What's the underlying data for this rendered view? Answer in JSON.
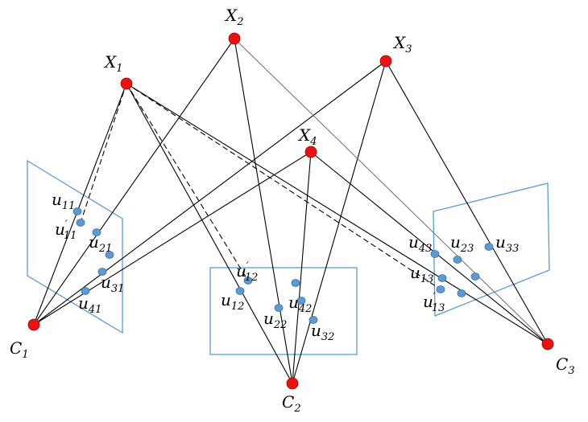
{
  "colors": {
    "world_point": "#ee1111",
    "image_point": "#5b9bd5",
    "image_plane": "#5b9bd5",
    "ray": "#000000",
    "ray_light": "#777777"
  },
  "world_points": [
    {
      "id": "X1",
      "base": "X",
      "sub": "1"
    },
    {
      "id": "X2",
      "base": "X",
      "sub": "2"
    },
    {
      "id": "X3",
      "base": "X",
      "sub": "3"
    },
    {
      "id": "X4",
      "base": "X",
      "sub": "4"
    }
  ],
  "cameras": [
    {
      "id": "C1",
      "base": "C",
      "sub": "1"
    },
    {
      "id": "C2",
      "base": "C",
      "sub": "2"
    },
    {
      "id": "C3",
      "base": "C",
      "sub": "3"
    }
  ],
  "projections": [
    {
      "id": "u11",
      "base": "u",
      "sub": "11",
      "prime": ""
    },
    {
      "id": "u11p",
      "base": "u",
      "sub": "11",
      "prime": "′"
    },
    {
      "id": "u21",
      "base": "u",
      "sub": "21",
      "prime": ""
    },
    {
      "id": "u31",
      "base": "u",
      "sub": "31",
      "prime": ""
    },
    {
      "id": "u41",
      "base": "u",
      "sub": "41",
      "prime": ""
    },
    {
      "id": "u12p",
      "base": "u",
      "sub": "12",
      "prime": "′"
    },
    {
      "id": "u12",
      "base": "u",
      "sub": "12",
      "prime": ""
    },
    {
      "id": "u22",
      "base": "u",
      "sub": "22",
      "prime": ""
    },
    {
      "id": "u42",
      "base": "u",
      "sub": "42",
      "prime": ""
    },
    {
      "id": "u32",
      "base": "u",
      "sub": "32",
      "prime": ""
    },
    {
      "id": "u43",
      "base": "u",
      "sub": "43",
      "prime": ""
    },
    {
      "id": "u23",
      "base": "u",
      "sub": "23",
      "prime": ""
    },
    {
      "id": "u33",
      "base": "u",
      "sub": "33",
      "prime": ""
    },
    {
      "id": "u13",
      "base": "u",
      "sub": "13",
      "prime": ""
    },
    {
      "id": "u13p",
      "base": "u",
      "sub": "13",
      "prime": "′"
    }
  ]
}
